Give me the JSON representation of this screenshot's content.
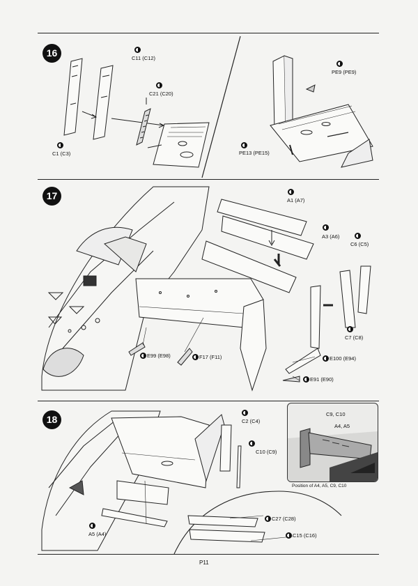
{
  "steps": {
    "s16": {
      "number": "16",
      "labels": {
        "c11": "C11 (C12)",
        "c21": "C21 (C20)",
        "c1": "C1 (C3)",
        "pe9": "PE9 (PE9)",
        "pe13": "PE13 (PE15)"
      }
    },
    "s17": {
      "number": "17",
      "labels": {
        "a1": "A1 (A7)",
        "a3": "A3 (A6)",
        "c6": "C6 (C5)",
        "c7": "C7 (C8)",
        "e99": "E99 (E98)",
        "f17": "F17 (F11)",
        "e100": "E100 (E94)",
        "e91": "E91 (E90)"
      }
    },
    "s18": {
      "number": "18",
      "labels": {
        "c2": "C2 (C4)",
        "c10": "C10 (C9)",
        "a5": "A5 (A4)",
        "c27": "C27 (C28)",
        "c15": "C15 (C16)"
      },
      "inset": {
        "label_c9": "C9, C10",
        "label_a4": "A4, A5",
        "caption": "Position of A4, A5, C9, C10"
      }
    }
  },
  "footer": {
    "page_number": "P11"
  }
}
